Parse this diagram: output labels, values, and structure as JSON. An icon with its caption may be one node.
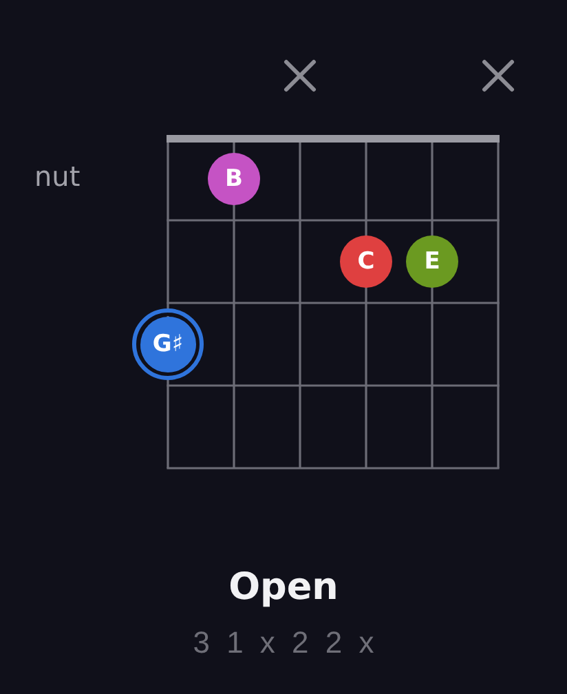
{
  "diagram": {
    "title": "Open",
    "nodes": [
      {
        "text": [
          "B"
        ]
      },
      {
        "text": [
          "C"
        ]
      },
      {
        "text": [
          "E"
        ]
      },
      {
        "text": [
          "G♯"
        ]
      }
    ],
    "labels": [
      "nut",
      "3 1 x 2 2 x"
    ]
  }
}
